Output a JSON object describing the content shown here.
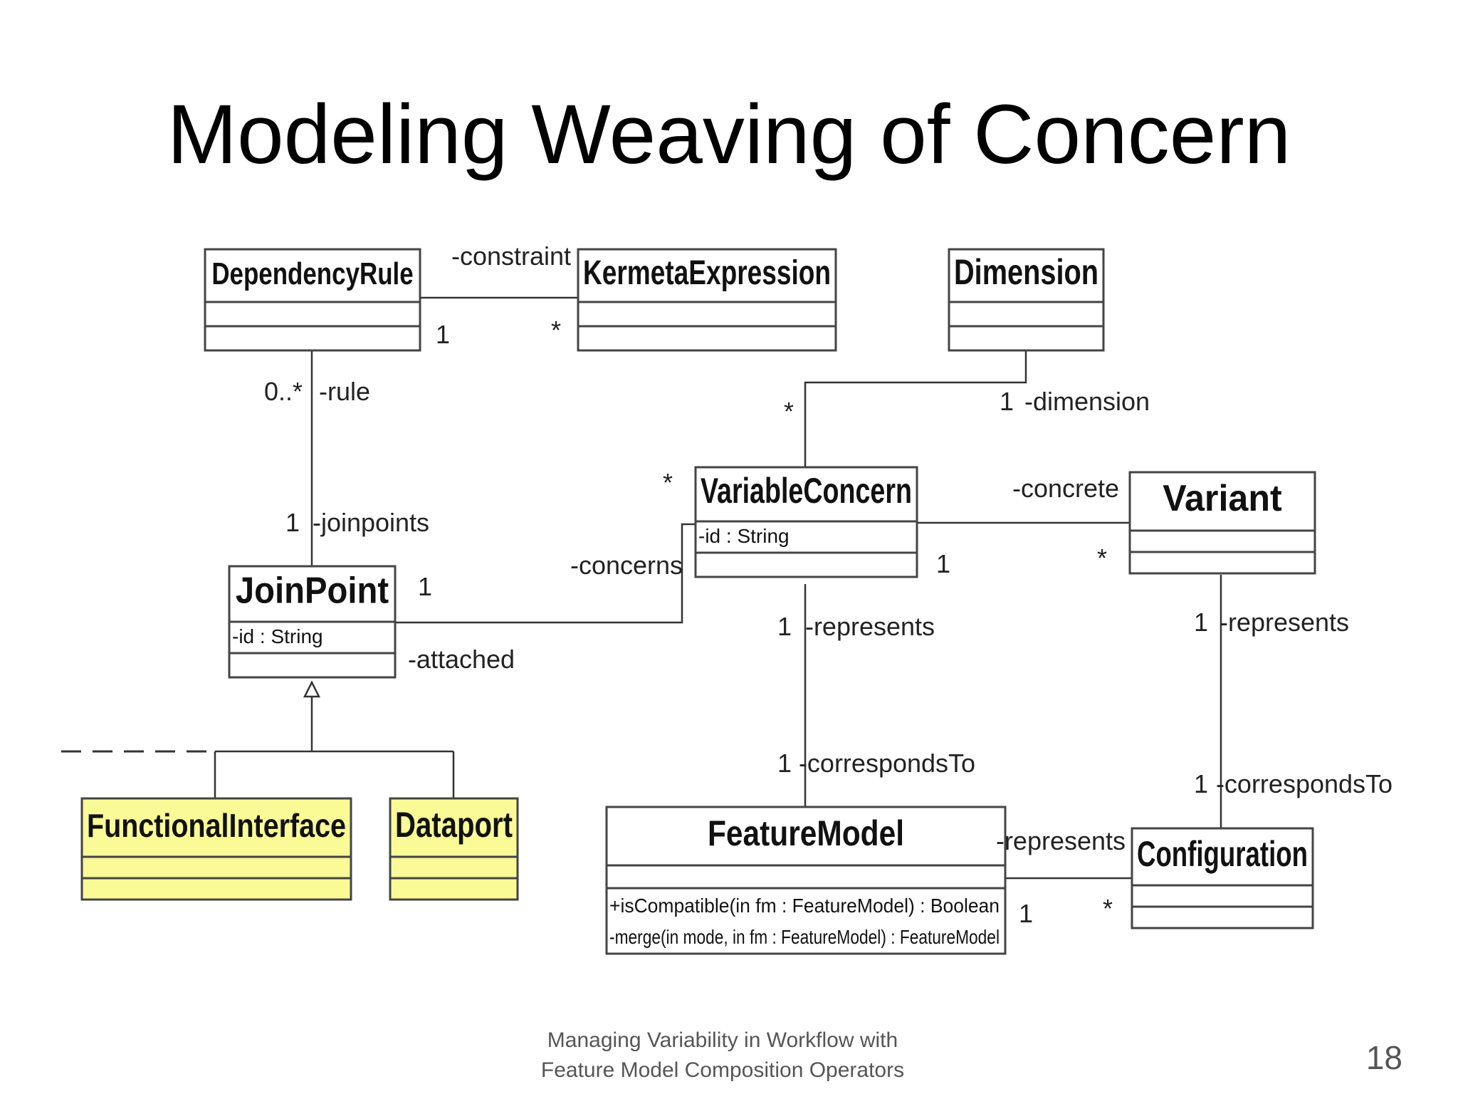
{
  "slide": {
    "title": "Modeling Weaving of Concern",
    "footer": "Managing Variability in Workflow with\nFeature Model Composition Operators",
    "page_number": "18"
  },
  "colors": {
    "highlight_class": "#fafa96",
    "line": "#333333",
    "box_border": "#444444"
  },
  "classes": [
    {
      "id": "DependencyRule",
      "name": "DependencyRule",
      "attributes": [],
      "operations": [],
      "highlight": false
    },
    {
      "id": "KermetaExpression",
      "name": "KermetaExpression",
      "attributes": [],
      "operations": [],
      "highlight": false
    },
    {
      "id": "Dimension",
      "name": "Dimension",
      "attributes": [],
      "operations": [],
      "highlight": false
    },
    {
      "id": "VariableConcern",
      "name": "VariableConcern",
      "attributes": [
        "-id : String"
      ],
      "operations": [],
      "highlight": false
    },
    {
      "id": "Variant",
      "name": "Variant",
      "attributes": [],
      "operations": [],
      "highlight": false
    },
    {
      "id": "JoinPoint",
      "name": "JoinPoint",
      "attributes": [
        "-id : String"
      ],
      "operations": [],
      "highlight": false
    },
    {
      "id": "FunctionalInterface",
      "name": "FunctionalInterface",
      "attributes": [],
      "operations": [],
      "highlight": true
    },
    {
      "id": "Dataport",
      "name": "Dataport",
      "attributes": [],
      "operations": [],
      "highlight": true
    },
    {
      "id": "FeatureModel",
      "name": "FeatureModel",
      "attributes": [],
      "operations": [
        "+isCompatible(in fm : FeatureModel) : Boolean",
        "-merge(in mode, in fm : FeatureModel) : FeatureModel"
      ],
      "highlight": false
    },
    {
      "id": "Configuration",
      "name": "Configuration",
      "attributes": [],
      "operations": [],
      "highlight": false
    }
  ],
  "labels": [
    {
      "id": "constraint-role",
      "text": "-constraint"
    },
    {
      "id": "constraint-mult-source",
      "text": "1"
    },
    {
      "id": "constraint-mult-target",
      "text": "*"
    },
    {
      "id": "rule-mult",
      "text": "0..*"
    },
    {
      "id": "rule-role",
      "text": "-rule"
    },
    {
      "id": "joinpoints-mult",
      "text": "1"
    },
    {
      "id": "joinpoints-role",
      "text": "-joinpoints"
    },
    {
      "id": "dimension-mult-concern",
      "text": "*"
    },
    {
      "id": "dimension-mult",
      "text": "1"
    },
    {
      "id": "dimension-role",
      "text": "-dimension"
    },
    {
      "id": "concerns-mult",
      "text": "*"
    },
    {
      "id": "concerns-role",
      "text": "-concerns"
    },
    {
      "id": "attached-mult",
      "text": "1"
    },
    {
      "id": "attached-role",
      "text": "-attached"
    },
    {
      "id": "concrete-role",
      "text": "-concrete"
    },
    {
      "id": "concrete-mult-concern",
      "text": "1"
    },
    {
      "id": "concrete-mult-variant",
      "text": "*"
    },
    {
      "id": "vc-represents-mult",
      "text": "1"
    },
    {
      "id": "vc-represents-role",
      "text": "-represents"
    },
    {
      "id": "fm-corresponds-mult",
      "text": "1"
    },
    {
      "id": "fm-corresponds-role",
      "text": "-correspondsTo"
    },
    {
      "id": "variant-represents-mult",
      "text": "1"
    },
    {
      "id": "variant-represents-role",
      "text": "-represents"
    },
    {
      "id": "config-corresponds-mult",
      "text": "1"
    },
    {
      "id": "config-corresponds-role",
      "text": "-correspondsTo"
    },
    {
      "id": "fm-config-role",
      "text": "-represents"
    },
    {
      "id": "fm-config-mult-fm",
      "text": "1"
    },
    {
      "id": "fm-config-mult-config",
      "text": "*"
    }
  ]
}
